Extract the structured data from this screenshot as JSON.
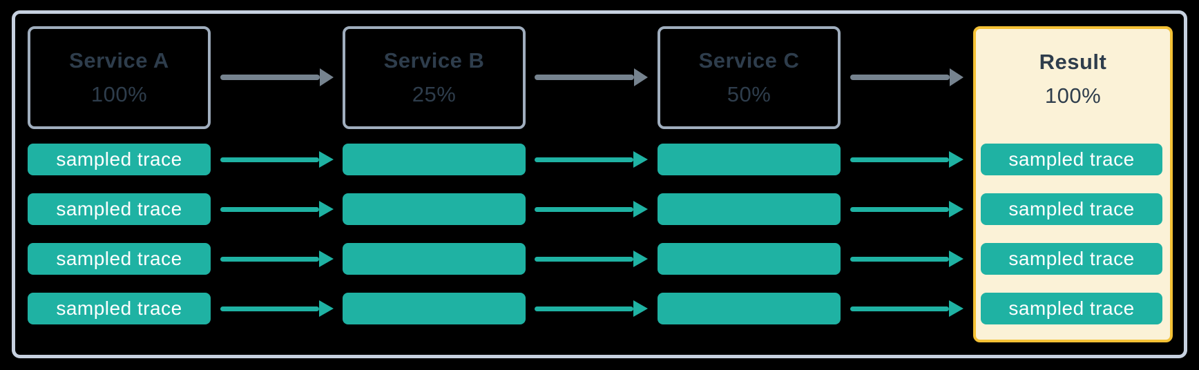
{
  "columns": [
    {
      "name": "Service A",
      "rate": "100%",
      "type": "service",
      "bars": [
        "sampled trace",
        "sampled trace",
        "sampled trace",
        "sampled trace"
      ]
    },
    {
      "name": "Service B",
      "rate": "25%",
      "type": "service",
      "bars": [
        "",
        "",
        "",
        ""
      ]
    },
    {
      "name": "Service C",
      "rate": "50%",
      "type": "service",
      "bars": [
        "",
        "",
        "",
        ""
      ]
    },
    {
      "name": "Result",
      "rate": "100%",
      "type": "result",
      "bars": [
        "sampled trace",
        "sampled trace",
        "sampled trace",
        "sampled trace"
      ]
    }
  ],
  "colors": {
    "background": "#000000",
    "teal": "#1fb2a3",
    "text": "#2e3d4c",
    "arrow": "#76838f",
    "box_border": "#a0aebe",
    "container_border": "#c7d1e0",
    "result_border": "#f4c135",
    "result_bg": "#fbf2d7",
    "bar_text": "#ffffff"
  }
}
